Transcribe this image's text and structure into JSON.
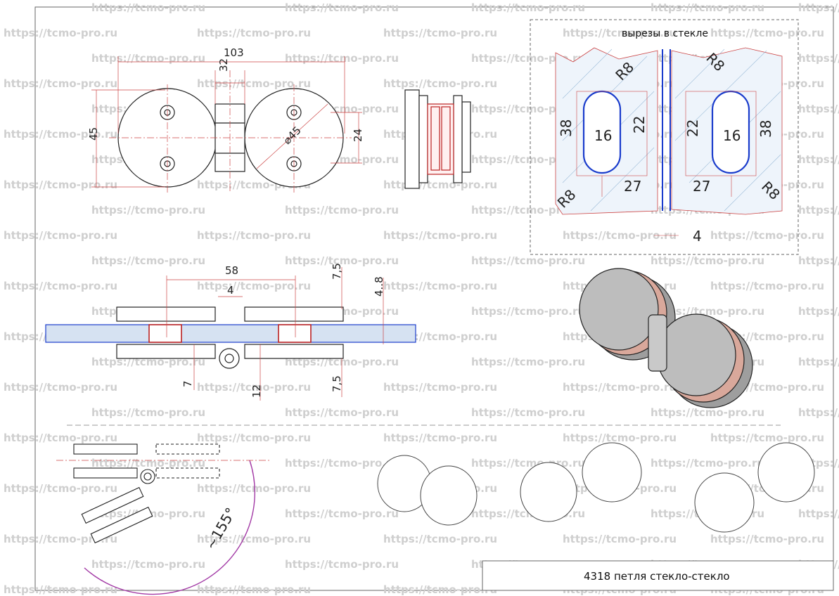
{
  "watermark": "https://tcmo-pro.ru",
  "title_block": {
    "text": "4318 петля стекло-стекло"
  },
  "cutout_panel": {
    "caption": "вырезы в стекле"
  },
  "top_view": {
    "overall_length": "103",
    "height": "45",
    "hinge_width": "32",
    "diameter": "⌀45",
    "inner_height": "24"
  },
  "section_view": {
    "span": "58",
    "gap": "4",
    "top_offset": "7,5",
    "glass_thickness": "4..8",
    "pin_offset": "7",
    "pin_depth": "12",
    "bottom_offset": "7,5"
  },
  "cutout_dims": {
    "radius_tl": "R8",
    "radius_tr": "R8",
    "radius_bl": "R8",
    "radius_br": "R8",
    "slot_width_l": "16",
    "slot_width_r": "16",
    "slot_height_l": "22",
    "slot_height_r": "22",
    "edge_l": "38",
    "edge_r": "38",
    "offset_l": "27",
    "offset_r": "27",
    "gap": "4"
  },
  "rotation": {
    "angle": "~155°"
  }
}
